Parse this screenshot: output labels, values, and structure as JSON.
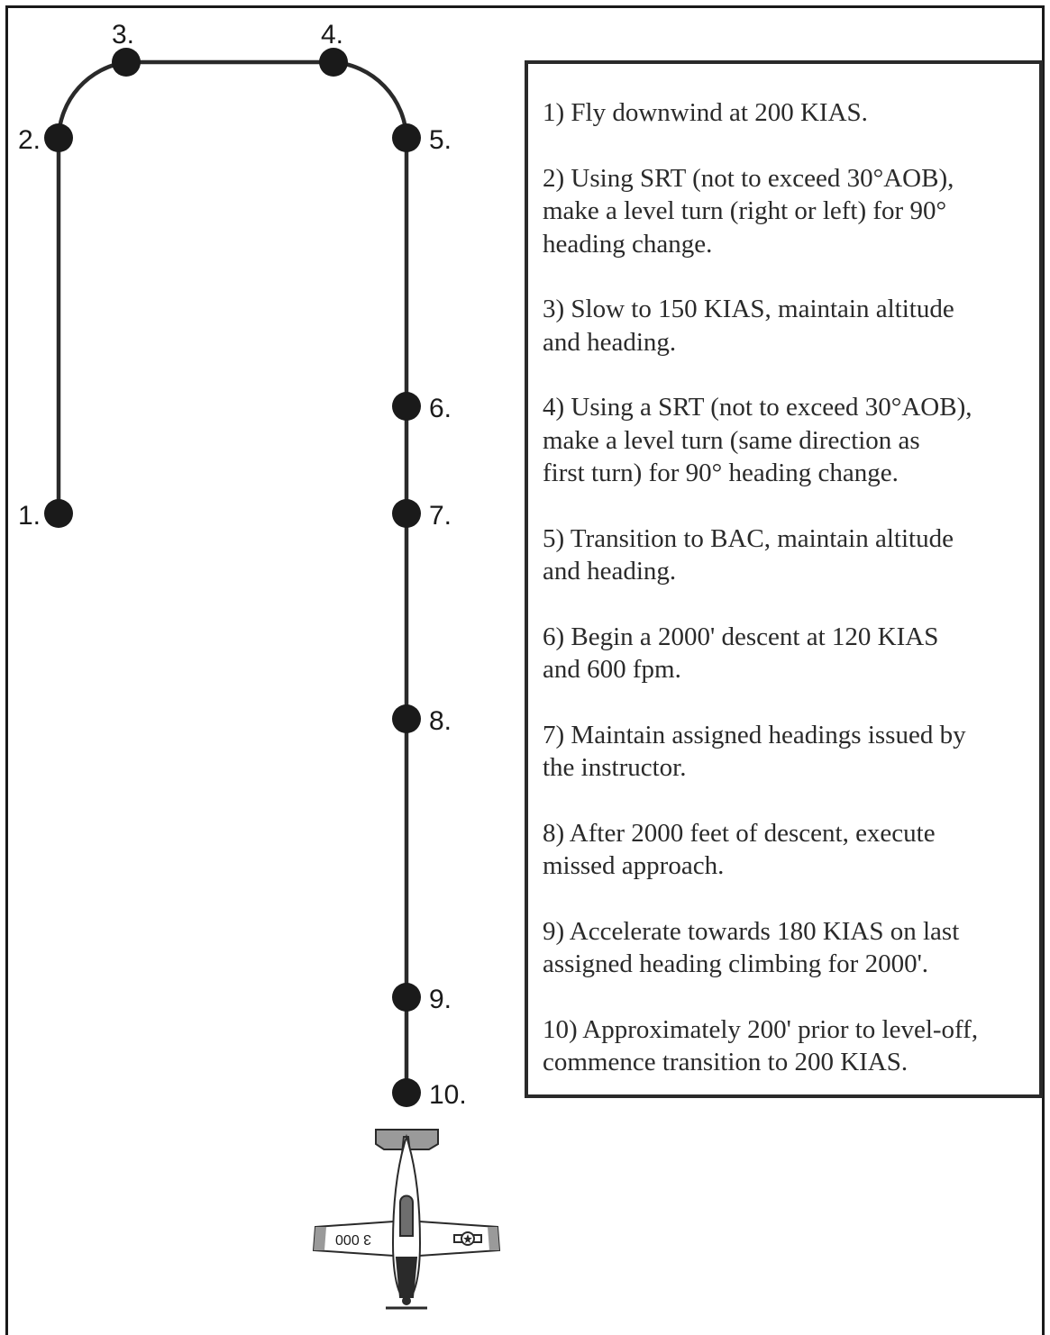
{
  "path_points": [
    {
      "label": "1."
    },
    {
      "label": "2."
    },
    {
      "label": "3."
    },
    {
      "label": "4."
    },
    {
      "label": "5."
    },
    {
      "label": "6."
    },
    {
      "label": "7."
    },
    {
      "label": "8."
    },
    {
      "label": "9."
    },
    {
      "label": "10."
    }
  ],
  "steps": [
    {
      "text": "1) Fly downwind at 200 KIAS."
    },
    {
      "text": "2) Using SRT (not to exceed 30°AOB),\nmake a level turn (right or left) for 90°\nheading change."
    },
    {
      "text": "3) Slow to 150 KIAS, maintain altitude\n and heading."
    },
    {
      "text": "4) Using a SRT (not to exceed 30°AOB),\nmake a level turn (same direction as\nfirst turn) for 90° heading change."
    },
    {
      "text": "5) Transition to BAC, maintain altitude\n and heading."
    },
    {
      "text": "6) Begin a 2000' descent at 120 KIAS\n and 600 fpm."
    },
    {
      "text": "7) Maintain assigned headings issued by\n the instructor."
    },
    {
      "text": "8) After 2000 feet of descent, execute\n missed approach."
    },
    {
      "text": "9) Accelerate towards 180 KIAS on last\n assigned heading climbing for 2000'."
    },
    {
      "text": "10) Approximately 200' prior to level-off,\n commence transition to 200 KIAS."
    }
  ],
  "aircraft": {
    "wing_number": "3 000",
    "icon": "trainer-aircraft-top-view"
  },
  "colors": {
    "line": "#2a2a2a",
    "waypoint": "#1a1a1a",
    "aircraft_gray": "#9a9a9a"
  }
}
